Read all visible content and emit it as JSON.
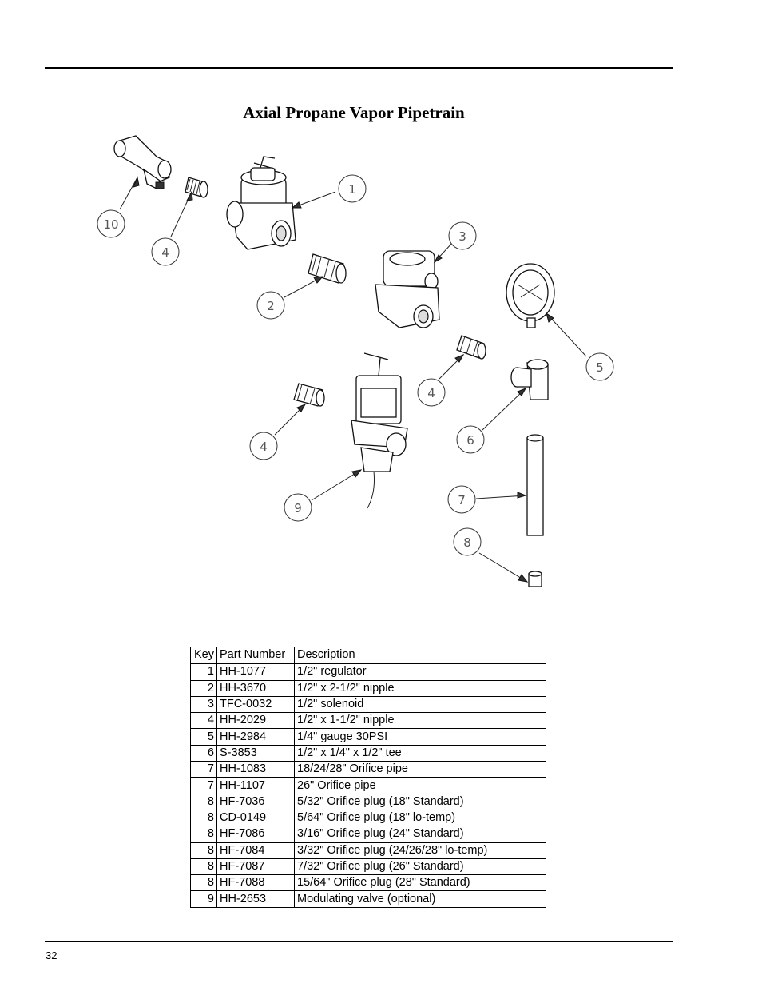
{
  "page": {
    "title": "Axial Propane Vapor Pipetrain",
    "page_number": "32"
  },
  "diagram": {
    "callouts": [
      "10",
      "4",
      "1",
      "2",
      "3",
      "5",
      "4",
      "6",
      "4",
      "9",
      "7",
      "8"
    ]
  },
  "table": {
    "headers": [
      "Key",
      "Part Number",
      "Description"
    ],
    "rows": [
      [
        "1",
        "HH-1077",
        "1/2\" regulator"
      ],
      [
        "2",
        "HH-3670",
        "1/2\" x 2-1/2\" nipple"
      ],
      [
        "3",
        "TFC-0032",
        "1/2\" solenoid"
      ],
      [
        "4",
        "HH-2029",
        "1/2\" x 1-1/2\" nipple"
      ],
      [
        "5",
        "HH-2984",
        "1/4\" gauge 30PSI"
      ],
      [
        "6",
        "S-3853",
        "1/2\" x 1/4\" x 1/2\" tee"
      ],
      [
        "7",
        "HH-1083",
        "18/24/28\" Orifice pipe"
      ],
      [
        "7",
        "HH-1107",
        "26\" Orifice pipe"
      ],
      [
        "8",
        "HF-7036",
        "5/32\" Orifice plug (18\" Standard)"
      ],
      [
        "8",
        "CD-0149",
        "5/64\" Orifice plug (18\" lo-temp)"
      ],
      [
        "8",
        "HF-7086",
        "3/16\" Orifice plug (24\" Standard)"
      ],
      [
        "8",
        "HF-7084",
        "3/32\" Orifice plug (24/26/28\" lo-temp)"
      ],
      [
        "8",
        "HF-7087",
        "7/32\" Orifice plug (26\" Standard)"
      ],
      [
        "8",
        "HF-7088",
        "15/64\" Orifice plug (28\" Standard)"
      ],
      [
        "9",
        "HH-2653",
        "Modulating valve (optional)"
      ]
    ]
  }
}
